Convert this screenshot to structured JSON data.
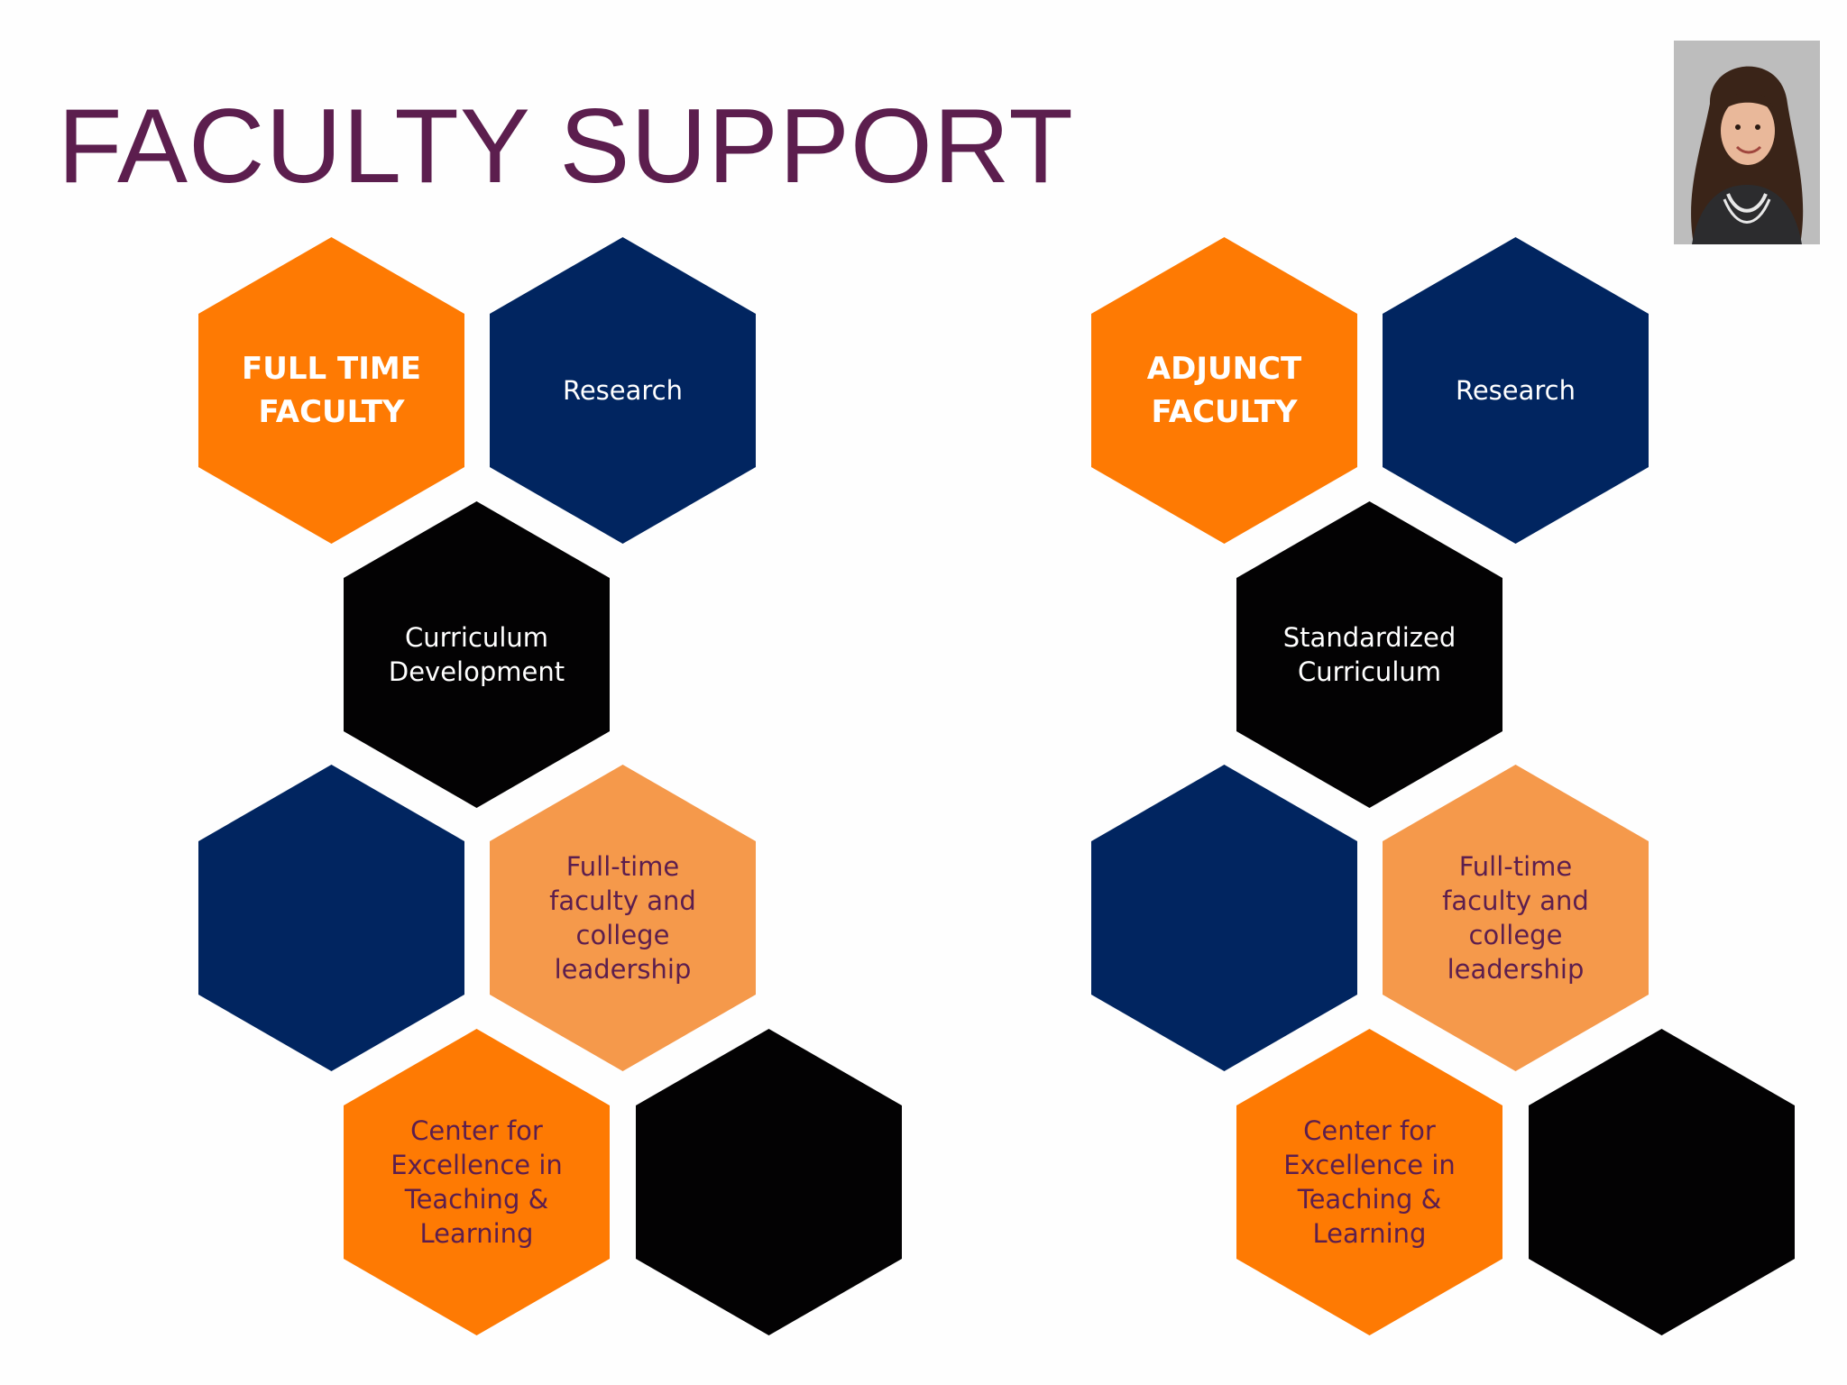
{
  "slide": {
    "title": "FACULTY SUPPORT",
    "title_color": "#5c1e4e",
    "background": "#fefefe"
  },
  "colors": {
    "orange": "#fe7a03",
    "navy": "#012560",
    "black": "#030203",
    "light_orange": "#f5994b",
    "white_text": "#ffffff",
    "purple_text": "#5c1e4e"
  },
  "presenter": {
    "icon": "presenter-photo-icon"
  },
  "columns": [
    {
      "name": "full-time",
      "hexes": [
        {
          "role": "header",
          "label": "FULL TIME\nFACULTY",
          "fill": "orange",
          "text": "white_text",
          "bold": true
        },
        {
          "role": "item",
          "label": "Research",
          "fill": "navy",
          "text": "white_text",
          "bold": false
        },
        {
          "role": "item",
          "label": "Curriculum\nDevelopment",
          "fill": "black",
          "text": "white_text",
          "bold": false
        },
        {
          "role": "blank",
          "label": "",
          "fill": "navy",
          "text": "white_text",
          "bold": false
        },
        {
          "role": "item",
          "label": "Full-time\nfaculty and\ncollege\nleadership",
          "fill": "light_orange",
          "text": "purple_text",
          "bold": false
        },
        {
          "role": "item",
          "label": "Center for\nExcellence in\nTeaching &\nLearning",
          "fill": "orange",
          "text": "purple_text",
          "bold": false
        },
        {
          "role": "blank",
          "label": "",
          "fill": "black",
          "text": "white_text",
          "bold": false
        }
      ]
    },
    {
      "name": "adjunct",
      "hexes": [
        {
          "role": "header",
          "label": "ADJUNCT\nFACULTY",
          "fill": "orange",
          "text": "white_text",
          "bold": true
        },
        {
          "role": "item",
          "label": "Research",
          "fill": "navy",
          "text": "white_text",
          "bold": false
        },
        {
          "role": "item",
          "label": "Standardized\nCurriculum",
          "fill": "black",
          "text": "white_text",
          "bold": false
        },
        {
          "role": "blank",
          "label": "",
          "fill": "navy",
          "text": "white_text",
          "bold": false
        },
        {
          "role": "item",
          "label": "Full-time\nfaculty and\ncollege\nleadership",
          "fill": "light_orange",
          "text": "purple_text",
          "bold": false
        },
        {
          "role": "item",
          "label": "Center for\nExcellence in\nTeaching &\nLearning",
          "fill": "orange",
          "text": "purple_text",
          "bold": false
        },
        {
          "role": "blank",
          "label": "",
          "fill": "black",
          "text": "white_text",
          "bold": false
        }
      ]
    }
  ]
}
